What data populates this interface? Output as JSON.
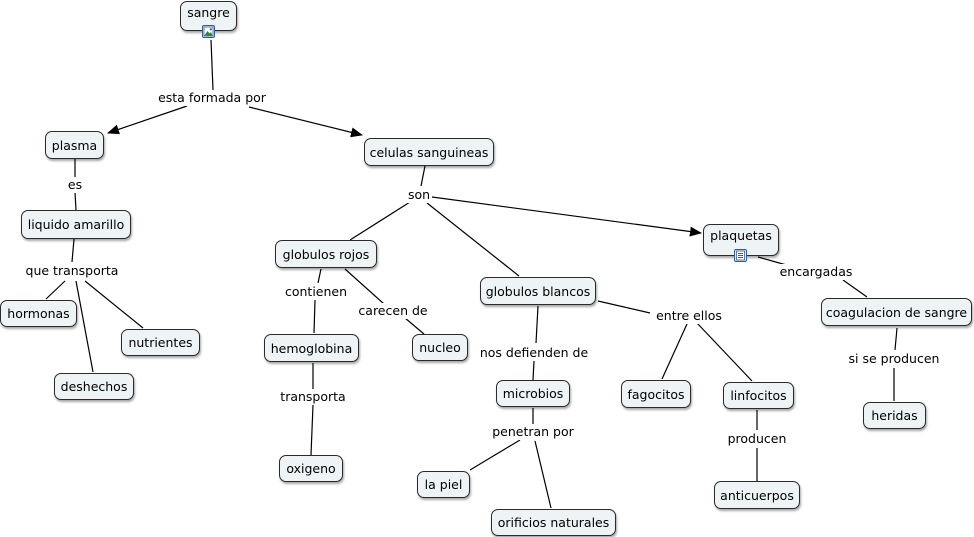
{
  "concepts": {
    "sangre": "sangre",
    "plasma": "plasma",
    "celulas": "celulas sanguineas",
    "liquido": "liquido amarillo",
    "hormonas": "hormonas",
    "nutrientes": "nutrientes",
    "deshechos": "deshechos",
    "rojos": "globulos rojos",
    "hemoglobina": "hemoglobina",
    "nucleo": "nucleo",
    "oxigeno": "oxigeno",
    "blancos": "globulos blancos",
    "microbios": "microbios",
    "piel": "la piel",
    "orificios": "orificios naturales",
    "fagocitos": "fagocitos",
    "linfocitos": "linfocitos",
    "anticuerpos": "anticuerpos",
    "plaquetas": "plaquetas",
    "coagulacion": "coagulacion de sangre",
    "heridas": "heridas"
  },
  "links": {
    "formada": "esta formada por",
    "es": "es",
    "transporta1": "que transporta",
    "son": "son",
    "contienen": "contienen",
    "carecen": "carecen de",
    "transporta2": "transporta",
    "defienden": "nos defienden de",
    "penetran": "penetran por",
    "entre": "entre ellos",
    "producen": "producen",
    "encargadas": "encargadas",
    "producen2": "si se producen"
  },
  "icons": {
    "sangre": "image-resource-icon",
    "plaquetas": "document-resource-icon"
  }
}
